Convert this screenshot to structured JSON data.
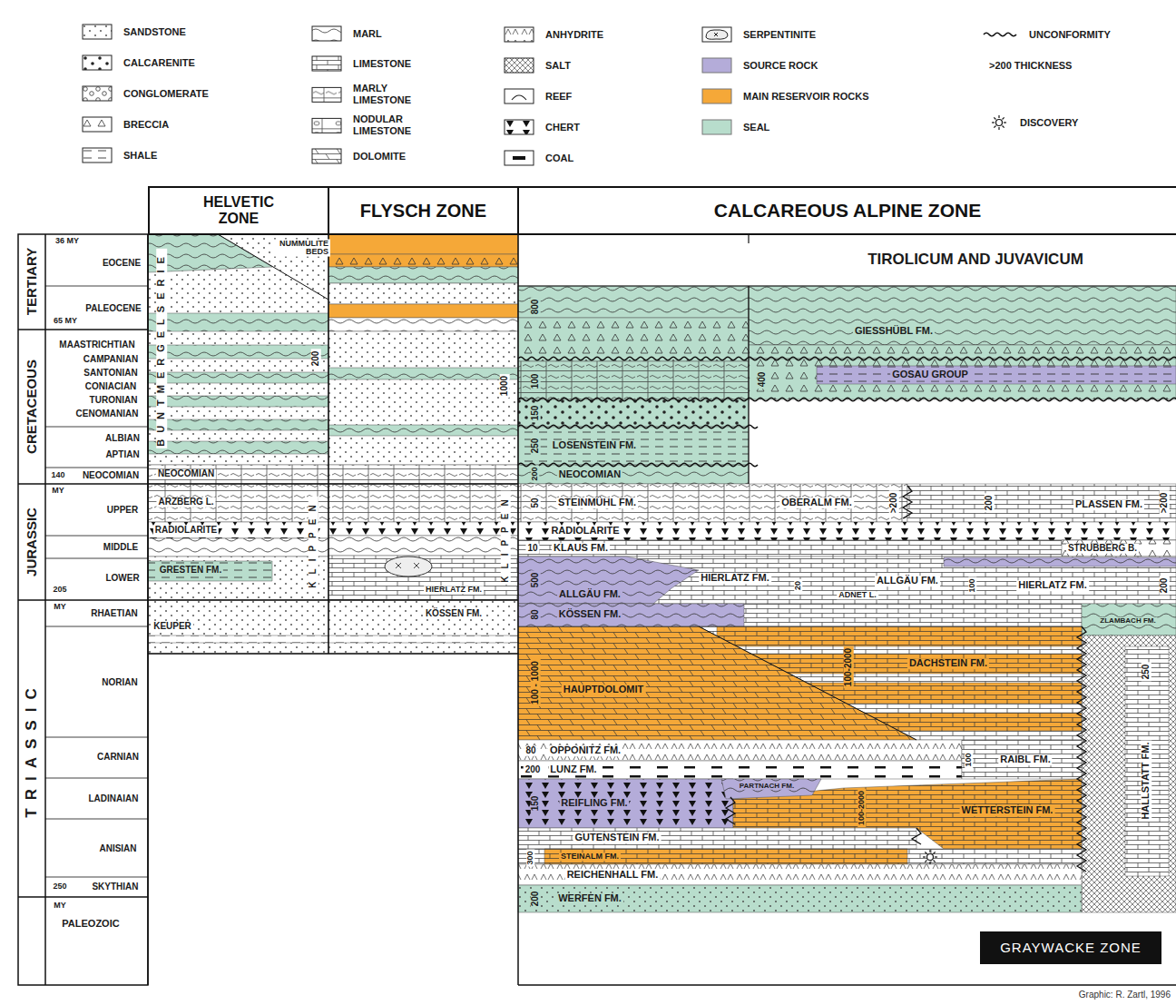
{
  "diagram": {
    "caption": "Graphic: R. Zartl, 1996",
    "nodes": [
      {
        "text": [
          "HELVETIC ZONE"
        ]
      },
      {
        "text": [
          "FLYSCH ZONE"
        ]
      },
      {
        "text": [
          "CALCAREOUS ALPINE ZONE"
        ]
      },
      {
        "text": [
          "GRAYWACKE ZONE"
        ]
      }
    ],
    "labels": [
      "TERTIARY",
      "CRETACEOUS",
      "JURASSIC",
      "TRIASSIC",
      "36 MY",
      "EOCENE",
      "PALEOCENE",
      "65 MY",
      "MAASTRICHTIAN",
      "CAMPANIAN",
      "SANTONIAN",
      "CONIACIAN",
      "TURONIAN",
      "CENOMANIAN",
      "ALBIAN",
      "APTIAN",
      "140",
      "NEOCOMIAN",
      "MY",
      "UPPER",
      "MIDDLE",
      "LOWER",
      "205",
      "MY",
      "RHAETIAN",
      "NORIAN",
      "CARNIAN",
      "LADINAIAN",
      "ANISIAN",
      "250",
      "SKYTHIAN",
      "MY",
      "PALEOZOIC",
      "NUMMULITE BEDS",
      "BUNTMERGELSERIE",
      "200",
      "NEOCOMIAN",
      "ARZBERG L.",
      "RADIOLARITE",
      "GRESTEN FM.",
      "KEUPER",
      "KLIPPEN",
      "1000",
      "KLIPPEN",
      "HIERLATZ FM.",
      "KÖSSEN FM.",
      "800",
      "GIESSHÜBL FM.",
      "100",
      "400",
      "GOSAU GROUP",
      "150",
      "250",
      "LOSENSTEIN FM.",
      "200",
      "NEOCOMIAN",
      "50",
      "STEINMÜHL FM.",
      "OBERALM FM.",
      ">200",
      "200",
      ">200",
      "PLASSEN FM.",
      "RADIOLARITE",
      "10",
      "KLAUS FM.",
      "STRUBBERG B.",
      "500",
      "HIERLATZ FM.",
      "ALLGÄU FM.",
      "ALLGÄU FM.",
      "20",
      "ADNET L.",
      "100",
      "HIERLATZ FM.",
      "200",
      "80",
      "KÖSSEN FM.",
      "ZLAMBACH FM.",
      "100 - 1000",
      "HAUPTDOLOMIT",
      "100-2000",
      "DACHSTEIN FM.",
      "250",
      "HALLSTATT FM.",
      "80",
      "OPPONITZ FM.",
      "200",
      "LUNZ FM.",
      "100",
      "RAIBL FM.",
      "150",
      "REIFLING FM.",
      "PARTNACH FM.",
      "100-2000",
      "WETTERSTEIN FM.",
      "GUTENSTEIN FM.",
      "300",
      "STEINALM FM.",
      "REICHENHALL FM.",
      "200",
      "WERFEN FM.",
      "TIROLICUM AND JUVAVICUM"
    ],
    "legend": [
      {
        "text": "SANDSTONE"
      },
      {
        "text": "CALCARENITE"
      },
      {
        "text": "CONGLOMERATE"
      },
      {
        "text": "BRECCIA"
      },
      {
        "text": "SHALE"
      },
      {
        "text": "MARL"
      },
      {
        "text": "LIMESTONE"
      },
      {
        "text": "MARLY LIMESTONE"
      },
      {
        "text": "NODULAR LIMESTONE"
      },
      {
        "text": "DOLOMITE"
      },
      {
        "text": "ANHYDRITE"
      },
      {
        "text": "SALT"
      },
      {
        "text": "REEF"
      },
      {
        "text": "CHERT"
      },
      {
        "text": "COAL"
      },
      {
        "text": "SERPENTINITE"
      },
      {
        "text": "SOURCE ROCK",
        "color": "#b4acd9"
      },
      {
        "text": "MAIN RESERVOIR ROCKS",
        "color": "#f5a838"
      },
      {
        "text": "SEAL",
        "color": "#b8ddcc"
      },
      {
        "text": "UNCONFORMITY"
      },
      {
        "text": ">200 THICKNESS"
      },
      {
        "text": "DISCOVERY"
      }
    ]
  }
}
